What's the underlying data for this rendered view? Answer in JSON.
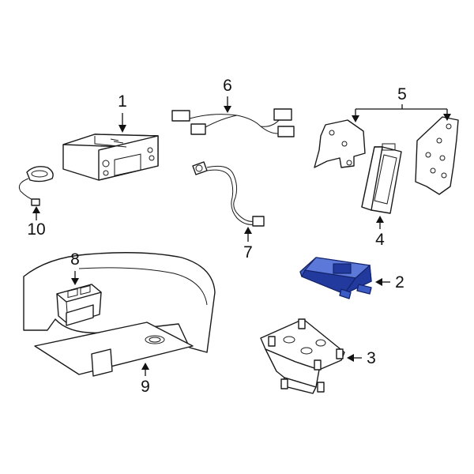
{
  "callouts": [
    {
      "id": "1",
      "text": "1"
    },
    {
      "id": "2",
      "text": "2"
    },
    {
      "id": "3",
      "text": "3"
    },
    {
      "id": "4",
      "text": "4"
    },
    {
      "id": "5",
      "text": "5"
    },
    {
      "id": "6",
      "text": "6"
    },
    {
      "id": "7",
      "text": "7"
    },
    {
      "id": "8",
      "text": "8"
    },
    {
      "id": "9",
      "text": "9"
    },
    {
      "id": "10",
      "text": "10"
    }
  ],
  "colors": {
    "highlight": "#3d5bc4",
    "line": "#1a1a1a",
    "background": "#ffffff"
  }
}
